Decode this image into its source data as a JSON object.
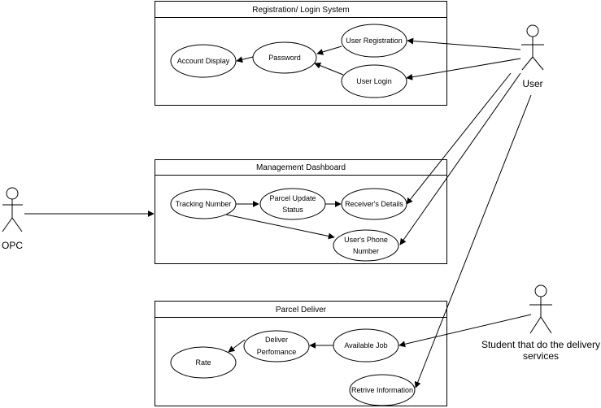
{
  "systems": {
    "registration": {
      "title": "Registration/ Login System",
      "use_cases": {
        "account_display": "Account Display",
        "password": "Password",
        "user_registration": "User Registration",
        "user_login": "User Login"
      }
    },
    "management": {
      "title": "Management Dashboard",
      "use_cases": {
        "tracking_number": "Tracking Number",
        "parcel_update_status_1": "Parcel Update",
        "parcel_update_status_2": "Status",
        "receivers_details": "Receiver's Details",
        "users_phone_1": "User's Phone",
        "users_phone_2": "Number"
      }
    },
    "parcel": {
      "title": "Parcel Deliver",
      "use_cases": {
        "rate": "Rate",
        "deliver_performance_1": "Deliver",
        "deliver_performance_2": "Perfomance",
        "available_job": "Available Job",
        "retrive_information": "Retrive Information"
      }
    }
  },
  "actors": {
    "user": "User",
    "opc": "OPC",
    "student_1": "Student that do the delivery",
    "student_2": "services"
  }
}
